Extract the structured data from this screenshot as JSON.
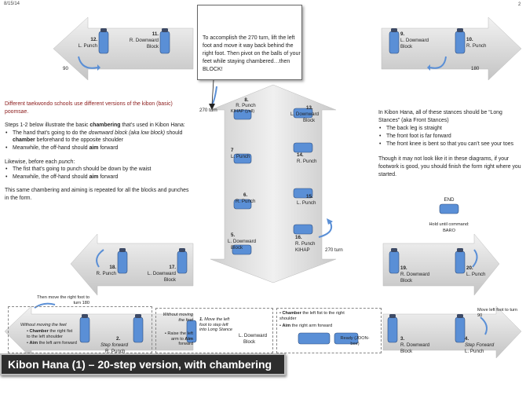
{
  "page": {
    "date": "8/15/14",
    "page_number": "2",
    "title": "Kibon Hana (1) – 20-step version, with chambering"
  },
  "callout": {
    "text": "To accomplish the 270 turn, lift the left foot and move it way back behind the right foot. Then pivot on the balls of your feet while staying chambered…then BLOCK!"
  },
  "left_panel": {
    "intro": "Different taekwondo schools use different versions of the kibon (basic) poomsae.",
    "steps_intro_pre": "Steps 1-2 below illustrate the basic ",
    "steps_intro_bold": "chambering",
    "steps_intro_post": " that’s used in Kibon Hana:",
    "bullet1_a": "The hand that’s going to do the ",
    "bullet1_i": "downward block (aka low block)",
    "bullet1_b": " should ",
    "bullet1_bold": "chamber",
    "bullet1_c": " beforehand to the opposite shoulder",
    "bullet2_a": "Meanwhile, the off-hand should ",
    "bullet2_bold": "aim",
    "bullet2_b": " forward",
    "likewise_pre": "Likewise, before each ",
    "likewise_i": "punch",
    "likewise_post": ":",
    "bullet3": "The fist that’s going to punch should be down by the waist",
    "bullet4_a": "Meanwhile, the off-hand should ",
    "bullet4_bold": "aim",
    "bullet4_b": " forward",
    "closing": "This same chambering and aiming is repeated for all the blocks and punches in the form."
  },
  "right_panel": {
    "intro": "In Kibon Hana, all of these stances should be “Long Stances” (aka Front Stances)",
    "bullet1": "The back leg is straight",
    "bullet2": "The front foot is far forward",
    "bullet3": "The front knee is bent so that you can’t see your toes",
    "closing": "Though it may not look like it in these diagrams, if your footwork is good, you should finish the form right where you started."
  },
  "steps": {
    "s1_num": "1.",
    "s1_label": "Move the left foot to step left into Long Stance",
    "s1_l2": "L. Downward",
    "s1_l3": "Block",
    "s2_num": "2.",
    "s2_label": "Step forward",
    "s2_l2": "R. Punch",
    "s3_num": "3.",
    "s3_l1": "R. Downward",
    "s3_l2": "Block",
    "s4_num": "4.",
    "s4_label": "Step Forward",
    "s4_l2": "L. Punch",
    "s5_num": "5.",
    "s5_l1": "L. Downward",
    "s5_l2": "Block",
    "s6_num": "6.",
    "s6_l1": "R. Punch",
    "s7_num": "7",
    "s7_l1": "L. Punch",
    "s8_num": "8.",
    "s8_l1": "R. Punch",
    "s8_l2": "KIHAP (yell)",
    "s9_num": "9.",
    "s9_l1": "L. Downward",
    "s9_l2": "Block",
    "s10_num": "10.",
    "s10_l1": "R. Punch",
    "s11_num": "11.",
    "s11_l1": "R. Downward",
    "s11_l2": "Block",
    "s12_num": "12.",
    "s12_l1": "L. Punch",
    "s13_num": "13.",
    "s13_l1": "L. Downward",
    "s13_l2": "Block",
    "s14_num": "14.",
    "s14_l1": "R. Punch",
    "s15_num": "15.",
    "s15_l1": "L. Punch",
    "s16_num": "16.",
    "s16_l1": "R. Punch",
    "s16_l2": "KIHAP",
    "s17_num": "17.",
    "s17_l1": "L. Downward",
    "s17_l2": "Block",
    "s18_num": "18.",
    "s18_l1": "R. Punch",
    "s19_num": "19.",
    "s19_l1": "R. Downward",
    "s19_l2": "Block",
    "s20_num": "20.",
    "s20_l1": "L. Punch"
  },
  "notes": {
    "turn_90_left": "90",
    "turn_180_right": "180",
    "turn_270_top": "270 turn",
    "turn_270_bottom": "270 turn",
    "then_move_right": "Then move the right foot to turn 180",
    "move_left_90": "Move left foot to turn 90",
    "end": "END",
    "hold": "Hold until command:",
    "baro": "BARO",
    "ready": "Ready (JOON-bee)",
    "chamber_note_1a": "Chamber",
    "chamber_note_1b": " the left fist to the right shoulder",
    "chamber_note_2a": "Aim",
    "chamber_note_2b": " the right arm forward",
    "without_moving": "Without moving the feet",
    "raise_left": "Raise the left arm to ",
    "raise_left_aim": "Aim",
    "raise_left_fwd": " forward",
    "wm2_title": "Without moving the feet",
    "wm2_b1a": "Chamber",
    "wm2_b1b": " the right fist to the left shoulder",
    "wm2_b2a": "Aim",
    "wm2_b2b": " the left arm forward"
  },
  "colors": {
    "arrow_fill": "#d3d3d3",
    "figure_blue": "#5a8fd6",
    "figure_dark": "#3d4a66",
    "title_bar": "#2e2e2e",
    "intro_text": "#8b1a1a"
  }
}
